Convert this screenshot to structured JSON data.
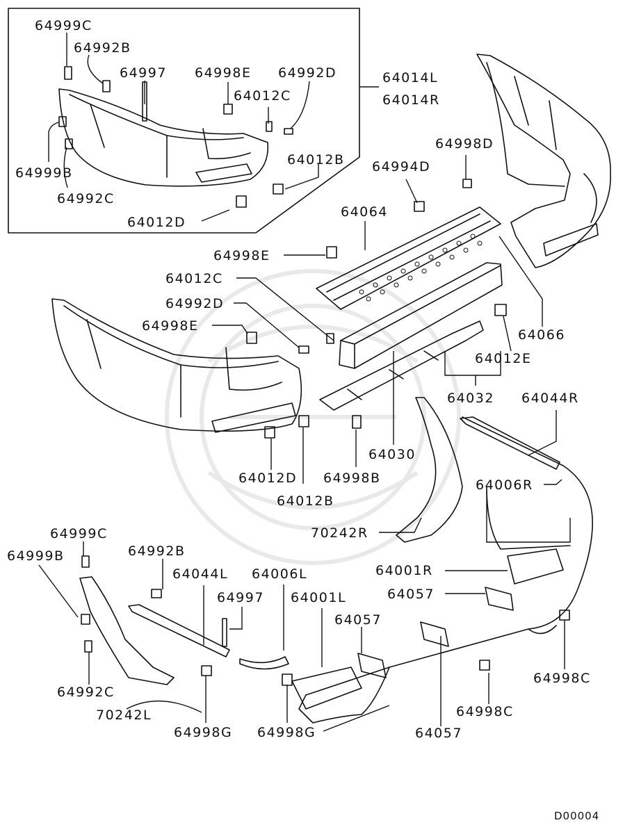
{
  "diagram_code": "D00004",
  "labels": {
    "p64999C_a": "64999C",
    "p64992B_a": "64992B",
    "p64997_a": "64997",
    "p64998E_a": "64998E",
    "p64992D_a": "64992D",
    "p64012C_a": "64012C",
    "p64014L": "64014L",
    "p64014R": "64014R",
    "p64999B_a": "64999B",
    "p64992C_a": "64992C",
    "p64012B_a": "64012B",
    "p64012D_a": "64012D",
    "p64998D": "64998D",
    "p64994D": "64994D",
    "p64064": "64064",
    "p64998E_b": "64998E",
    "p64012C_b": "64012C",
    "p64992D_b": "64992D",
    "p64998E_c": "64998E",
    "p64066": "64066",
    "p64012E": "64012E",
    "p64032": "64032",
    "p64044R": "64044R",
    "p64030": "64030",
    "p64012D_b": "64012D",
    "p64998B": "64998B",
    "p64012B_b": "64012B",
    "p64006R": "64006R",
    "p70242R": "70242R",
    "p64999C_b": "64999C",
    "p64999B_b": "64999B",
    "p64992B_b": "64992B",
    "p64044L": "64044L",
    "p64006L": "64006L",
    "p64001R": "64001R",
    "p64997_b": "64997",
    "p64001L": "64001L",
    "p64057_a": "64057",
    "p64057_b": "64057",
    "p64057_c": "64057",
    "p64998C_a": "64998C",
    "p64998C_b": "64998C",
    "p64992C_b": "64992C",
    "p70242L": "70242L",
    "p64998G_a": "64998G",
    "p64998G_b": "64998G"
  }
}
